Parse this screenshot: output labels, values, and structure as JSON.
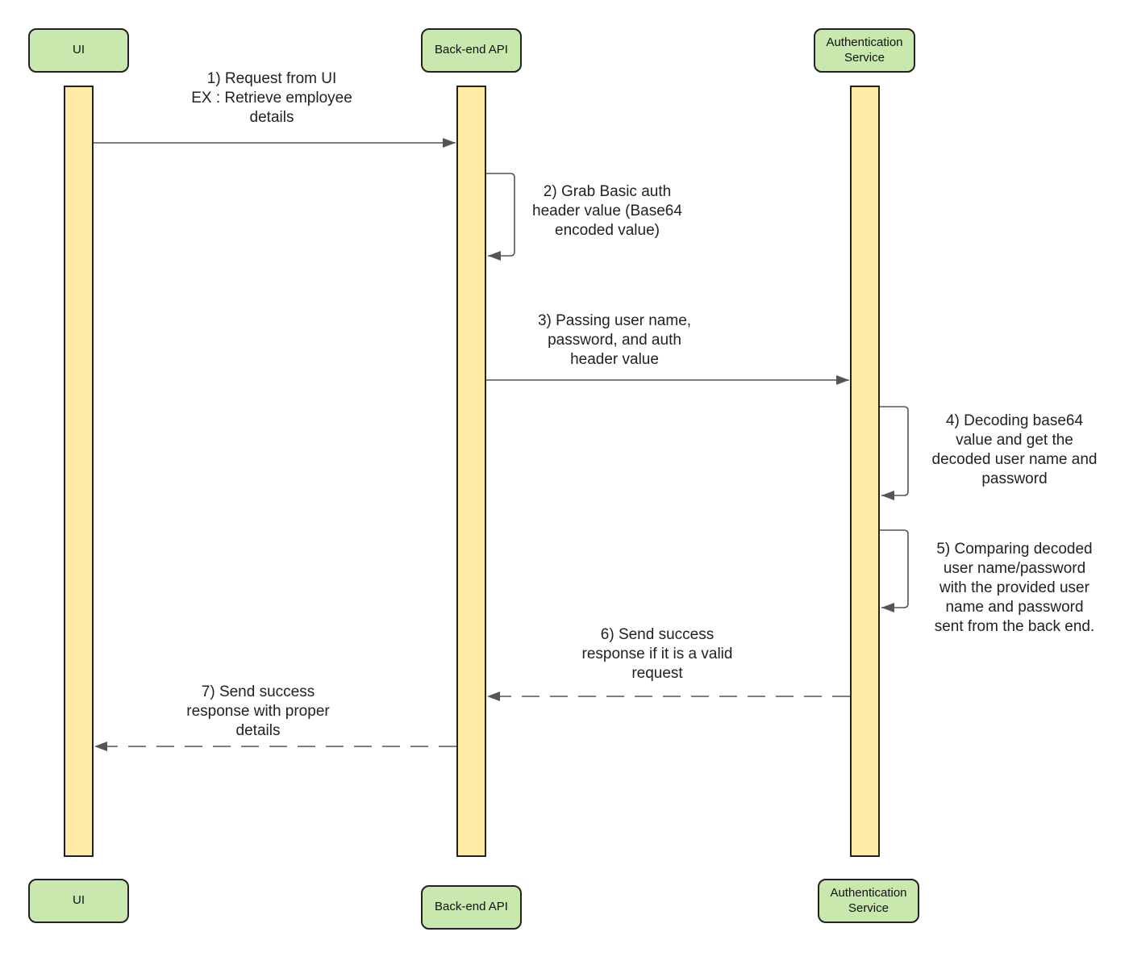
{
  "participants": {
    "ui": "UI",
    "backend": "Back-end API",
    "auth": "Authentication\nService"
  },
  "messages": {
    "m1": "1) Request from UI\nEX : Retrieve employee\ndetails",
    "m2": "2) Grab Basic auth\nheader value (Base64\nencoded value)",
    "m3": "3) Passing user name,\npassword, and auth\nheader value",
    "m4": "4) Decoding base64\nvalue and get the\ndecoded user name and\npassword",
    "m5": "5) Comparing decoded\nuser name/password\nwith the provided user\nname and password\nsent from the back end.",
    "m6": "6) Send success\nresponse if it is a valid\nrequest",
    "m7": "7) Send success\nresponse with proper\ndetails"
  },
  "colors": {
    "actor_fill": "#c9e8ae",
    "lifeline_fill": "#ffeaa6",
    "line": "#555555"
  }
}
